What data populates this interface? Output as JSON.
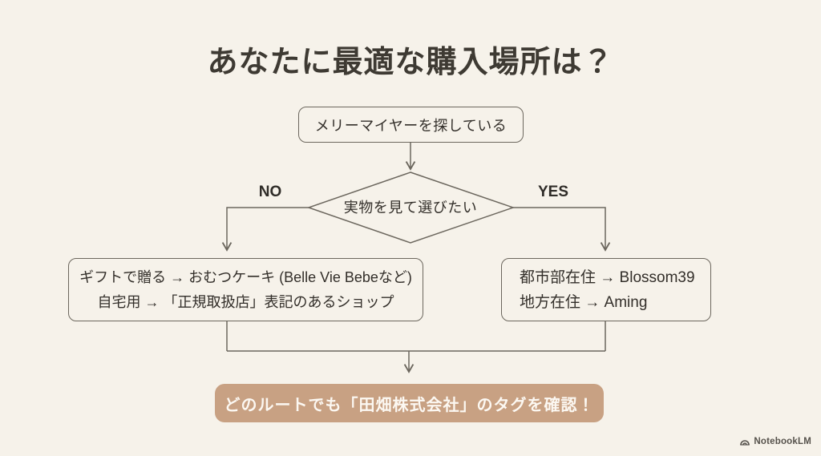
{
  "slide": {
    "title": "あなたに最適な購入場所は？"
  },
  "flowchart": {
    "start_node": {
      "text": "メリーマイヤーを探している"
    },
    "decision_node": {
      "text": "実物を見て選びたい"
    },
    "no_label": "NO",
    "yes_label": "YES",
    "no_result_node": {
      "line1": "ギフトで贈る → おむつケーキ (Belle Vie Bebeなど)",
      "line2": "自宅用 → 「正規取扱店」表記のあるショップ"
    },
    "yes_result_node": {
      "line1": "都市部在住 → Blossom39",
      "line2": "地方在住 → Aming"
    },
    "conclusion_banner": {
      "text": "どのルートでも「田畑株式会社」のタグを確認！"
    }
  },
  "watermark": {
    "label": "NotebookLM",
    "icon": "notebooklm-arcs-icon"
  },
  "colors": {
    "background": "#f6f2ea",
    "line": "#6c675e",
    "text": "#332f2a",
    "title_text": "#3e3a33",
    "banner_background": "#c8a183",
    "banner_text": "#fcf8f2",
    "watermark_text": "#56524c"
  }
}
